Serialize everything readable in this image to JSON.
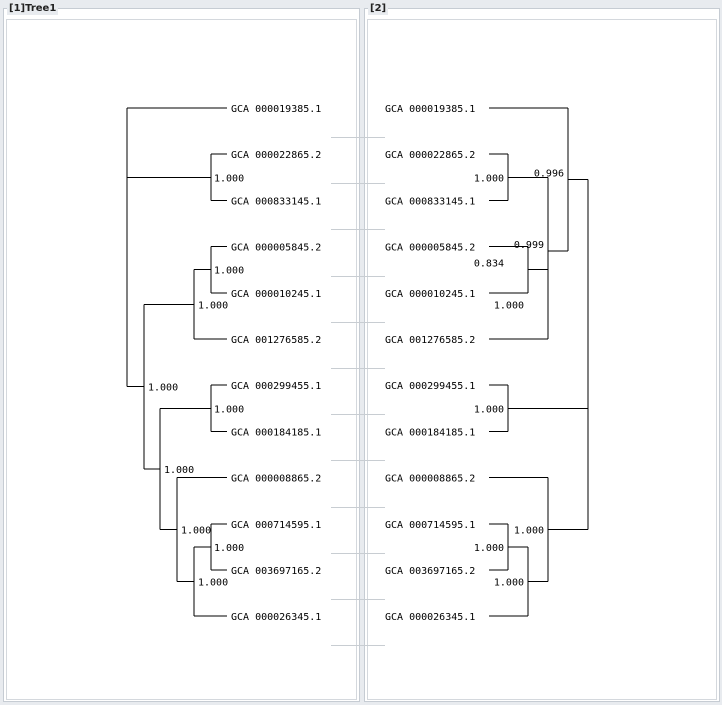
{
  "panels": [
    {
      "title": "[1]Tree1"
    },
    {
      "title": "[2]"
    }
  ],
  "tree1": {
    "leaves": [
      "GCA 000019385.1",
      "GCA 000022865.2",
      "GCA 000833145.1",
      "GCA 000005845.2",
      "GCA 000010245.1",
      "GCA 001276585.2",
      "GCA 000299455.1",
      "GCA 000184185.1",
      "GCA 000008865.2",
      "GCA 000714595.1",
      "GCA 003697165.2",
      "GCA 000026345.1"
    ],
    "supports": [
      "1.000",
      "1.000",
      "1.000",
      "1.000",
      "1.000",
      "1.000",
      "1.000",
      "1.000"
    ]
  },
  "tree2": {
    "leaves": [
      "GCA 000019385.1",
      "GCA 000022865.2",
      "GCA 000833145.1",
      "GCA 000005845.2",
      "GCA 000010245.1",
      "GCA 001276585.2",
      "GCA 000299455.1",
      "GCA 000184185.1",
      "GCA 000008865.2",
      "GCA 000714595.1",
      "GCA 003697165.2",
      "GCA 000026345.1"
    ],
    "supports": [
      "1.000",
      "0.996",
      "0.999",
      "0.834",
      "1.000",
      "1.000",
      "1.000",
      "1.000",
      "1.000"
    ]
  }
}
